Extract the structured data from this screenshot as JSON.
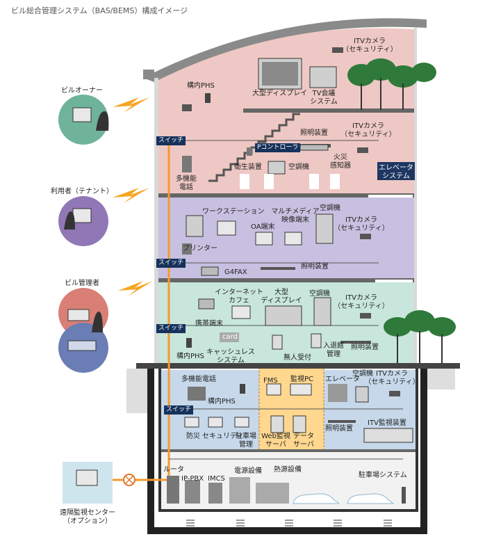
{
  "title": "ビル総合管理システム（BAS/BEMS）構成イメージ",
  "side_roles": {
    "owner": "ビルオーナー",
    "tenant": "利用者（テナント）",
    "manager": "ビル管理者",
    "remote_center_line1": "遠隔監視センター",
    "remote_center_line2": "（オプション）"
  },
  "floor5": {
    "itv_line1": "ITVカメラ",
    "itv_line2": "（セキュリティ）",
    "phs": "構内PHS",
    "large_display": "大型ディスプレイ",
    "tv_conf_line1": "TV会議",
    "tv_conf_line2": "システム"
  },
  "floor4": {
    "switch": "スイッチ",
    "lighting": "照明装置",
    "itv_line1": "ITVカメラ",
    "itv_line2": "（セキュリティ）",
    "p_controller": "Pコントローラ",
    "sanitary": "衛生装置",
    "aircon": "空調機",
    "fire_line1": "火災",
    "fire_line2": "感知器",
    "phone_line1": "多機能",
    "phone_line2": "電話",
    "elevator_line1": "エレベータ",
    "elevator_line2": "システム"
  },
  "floor3": {
    "workstation": "ワークステーション",
    "multimedia_line1": "マルチメディア",
    "multimedia_line2": "映像端末",
    "aircon": "空調機",
    "oa_terminal": "OA端末",
    "itv_line1": "ITVカメラ",
    "itv_line2": "（セキュリティ）",
    "printer": "プリンター",
    "switch": "スイッチ",
    "g4fax": "G4FAX",
    "lighting": "照明装置"
  },
  "floor2": {
    "internet_line1": "インターネット",
    "internet_line2": "カフェ",
    "large_display_line1": "大型",
    "large_display_line2": "ディスプレイ",
    "aircon": "空調機",
    "itv_line1": "ITVカメラ",
    "itv_line2": "（セキュリティ）",
    "switch": "スイッチ",
    "mobile": "携帯端末",
    "card": "card",
    "phs": "構内PHS",
    "cashless_line1": "キャッシュレス",
    "cashless_line2": "システム",
    "reception": "無人受付",
    "entry_line1": "入退館",
    "entry_line2": "管理",
    "lighting": "照明装置"
  },
  "b1": {
    "phone": "多機能電話",
    "phs": "構内PHS",
    "switch": "スイッチ",
    "fms": "FMS",
    "monitor_pc": "監視PC",
    "elevator": "エレベータ",
    "aircon": "空調機",
    "itv_line1": "ITVカメラ",
    "itv_line2": "（セキュリティ）",
    "disaster": "防災",
    "security": "セキュリティ",
    "parking_line1": "駐車場",
    "parking_line2": "管理",
    "web_server_line1": "Web監視",
    "web_server_line2": "サーバ",
    "data_server_line1": "データ",
    "data_server_line2": "サーバ",
    "lighting": "照明装置",
    "itv_monitor": "ITV監視装置"
  },
  "b2": {
    "router": "ルータ",
    "ip_pbx": "IP-PBX",
    "imcs": "IMCS",
    "power": "電源設備",
    "heat": "熱源設備",
    "parking_system": "駐車場システム"
  },
  "colors": {
    "floor_pink": "#eec8c4",
    "floor_purple": "#c8c0e0",
    "floor_green": "#c8e6dc",
    "floor_b1": "#c6d8ea",
    "fms_box": "#ffd78e",
    "line_orange": "#f59a2e",
    "switch_navy": "#16325c",
    "owner_circle": "#6fb39a",
    "tenant_circle": "#9077b5",
    "manager_circle": "#d97f76",
    "manager_circle2": "#6a7db5",
    "tree": "#2f7a3a"
  }
}
